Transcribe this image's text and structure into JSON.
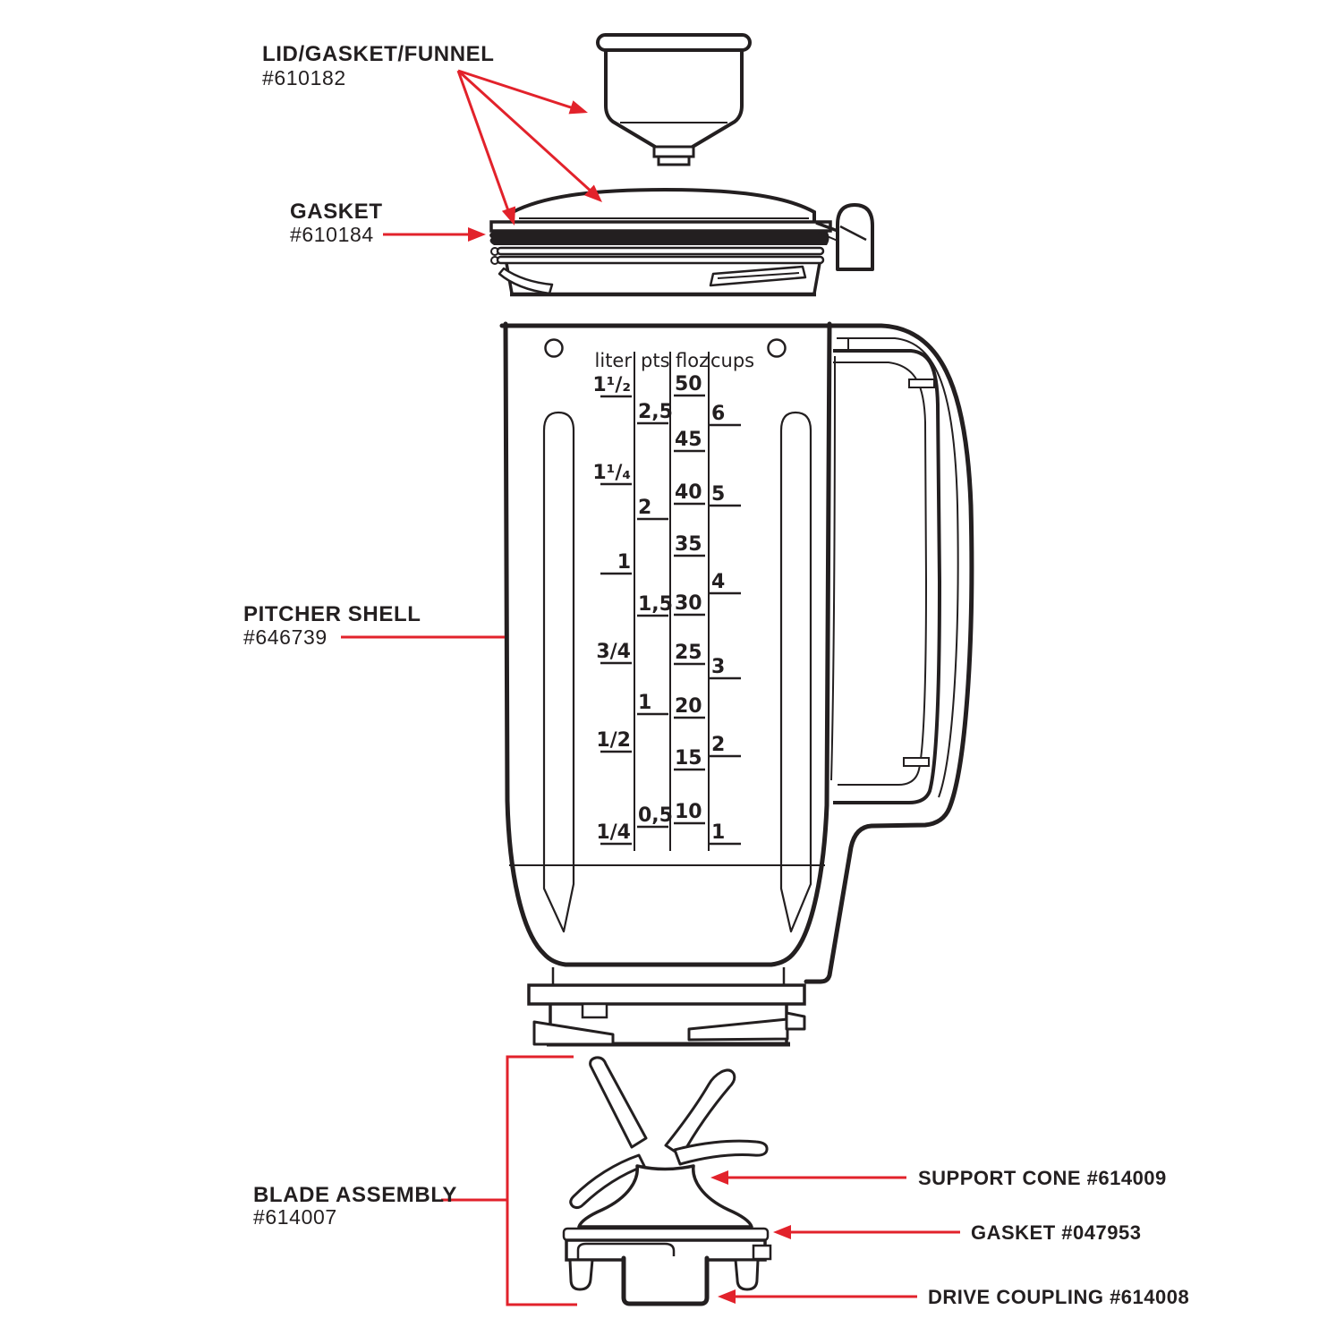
{
  "colors": {
    "line": "#231f20",
    "accent": "#e2222b",
    "bg": "#ffffff"
  },
  "callouts": {
    "lid_gasket_funnel": {
      "title": "LID/GASKET/FUNNEL",
      "part": "#610182"
    },
    "gasket_top": {
      "title": "GASKET",
      "part": "#610184"
    },
    "pitcher_shell": {
      "title": "PITCHER SHELL",
      "part": "#646739"
    },
    "blade_assembly": {
      "title": "BLADE ASSEMBLY",
      "part": "#614007"
    },
    "support_cone": {
      "label": "SUPPORT CONE #614009"
    },
    "gasket_bottom": {
      "label": "GASKET #047953"
    },
    "drive_coupling": {
      "label": "DRIVE COUPLING #614008"
    }
  },
  "scale": {
    "headers": [
      "liter",
      "pts",
      "floz",
      "cups"
    ],
    "liter": [
      "1¹/₂",
      "1¹/₄",
      "1",
      "3/4",
      "1/2",
      "1/4"
    ],
    "pts": [
      "2,5",
      "2",
      "1,5",
      "1",
      "0,5"
    ],
    "floz": [
      "50",
      "45",
      "40",
      "35",
      "30",
      "25",
      "20",
      "15",
      "10"
    ],
    "cups": [
      "6",
      "5",
      "4",
      "3",
      "2",
      "1"
    ]
  }
}
